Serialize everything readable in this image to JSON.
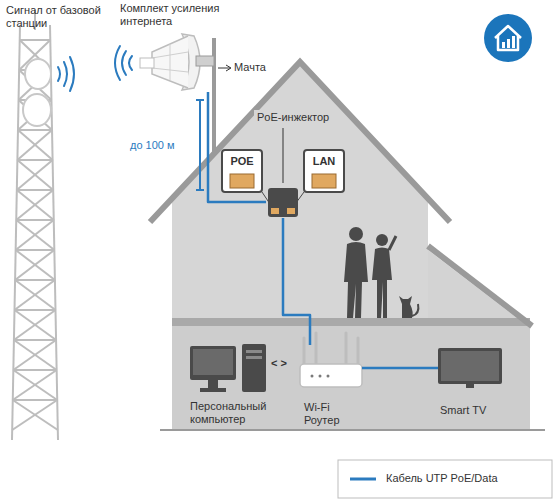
{
  "diagram": {
    "nodes": [
      {
        "text": [
          "Комплект усиления интернета"
        ]
      },
      {
        "text": [
          "PoE-инжектор"
        ]
      },
      {
        "text": [
          "Персональный компьютер"
        ]
      },
      {
        "text": [
          "Wi-Fi Роутер"
        ]
      },
      {
        "text": [
          "Smart TV"
        ]
      }
    ],
    "edges": [
      {
        "from": 0,
        "to": 1,
        "arrow": "none"
      },
      {
        "from": 1,
        "to": 3,
        "arrow": "none"
      },
      {
        "from": 3,
        "to": 4,
        "arrow": "none"
      }
    ],
    "labels": [
      "Сигнал от базовой станции",
      "Мачта",
      "до 100 м",
      "POE",
      "LAN",
      "< >"
    ],
    "legend": [
      {
        "text": "Кабель UTP PoE/Data"
      }
    ]
  }
}
